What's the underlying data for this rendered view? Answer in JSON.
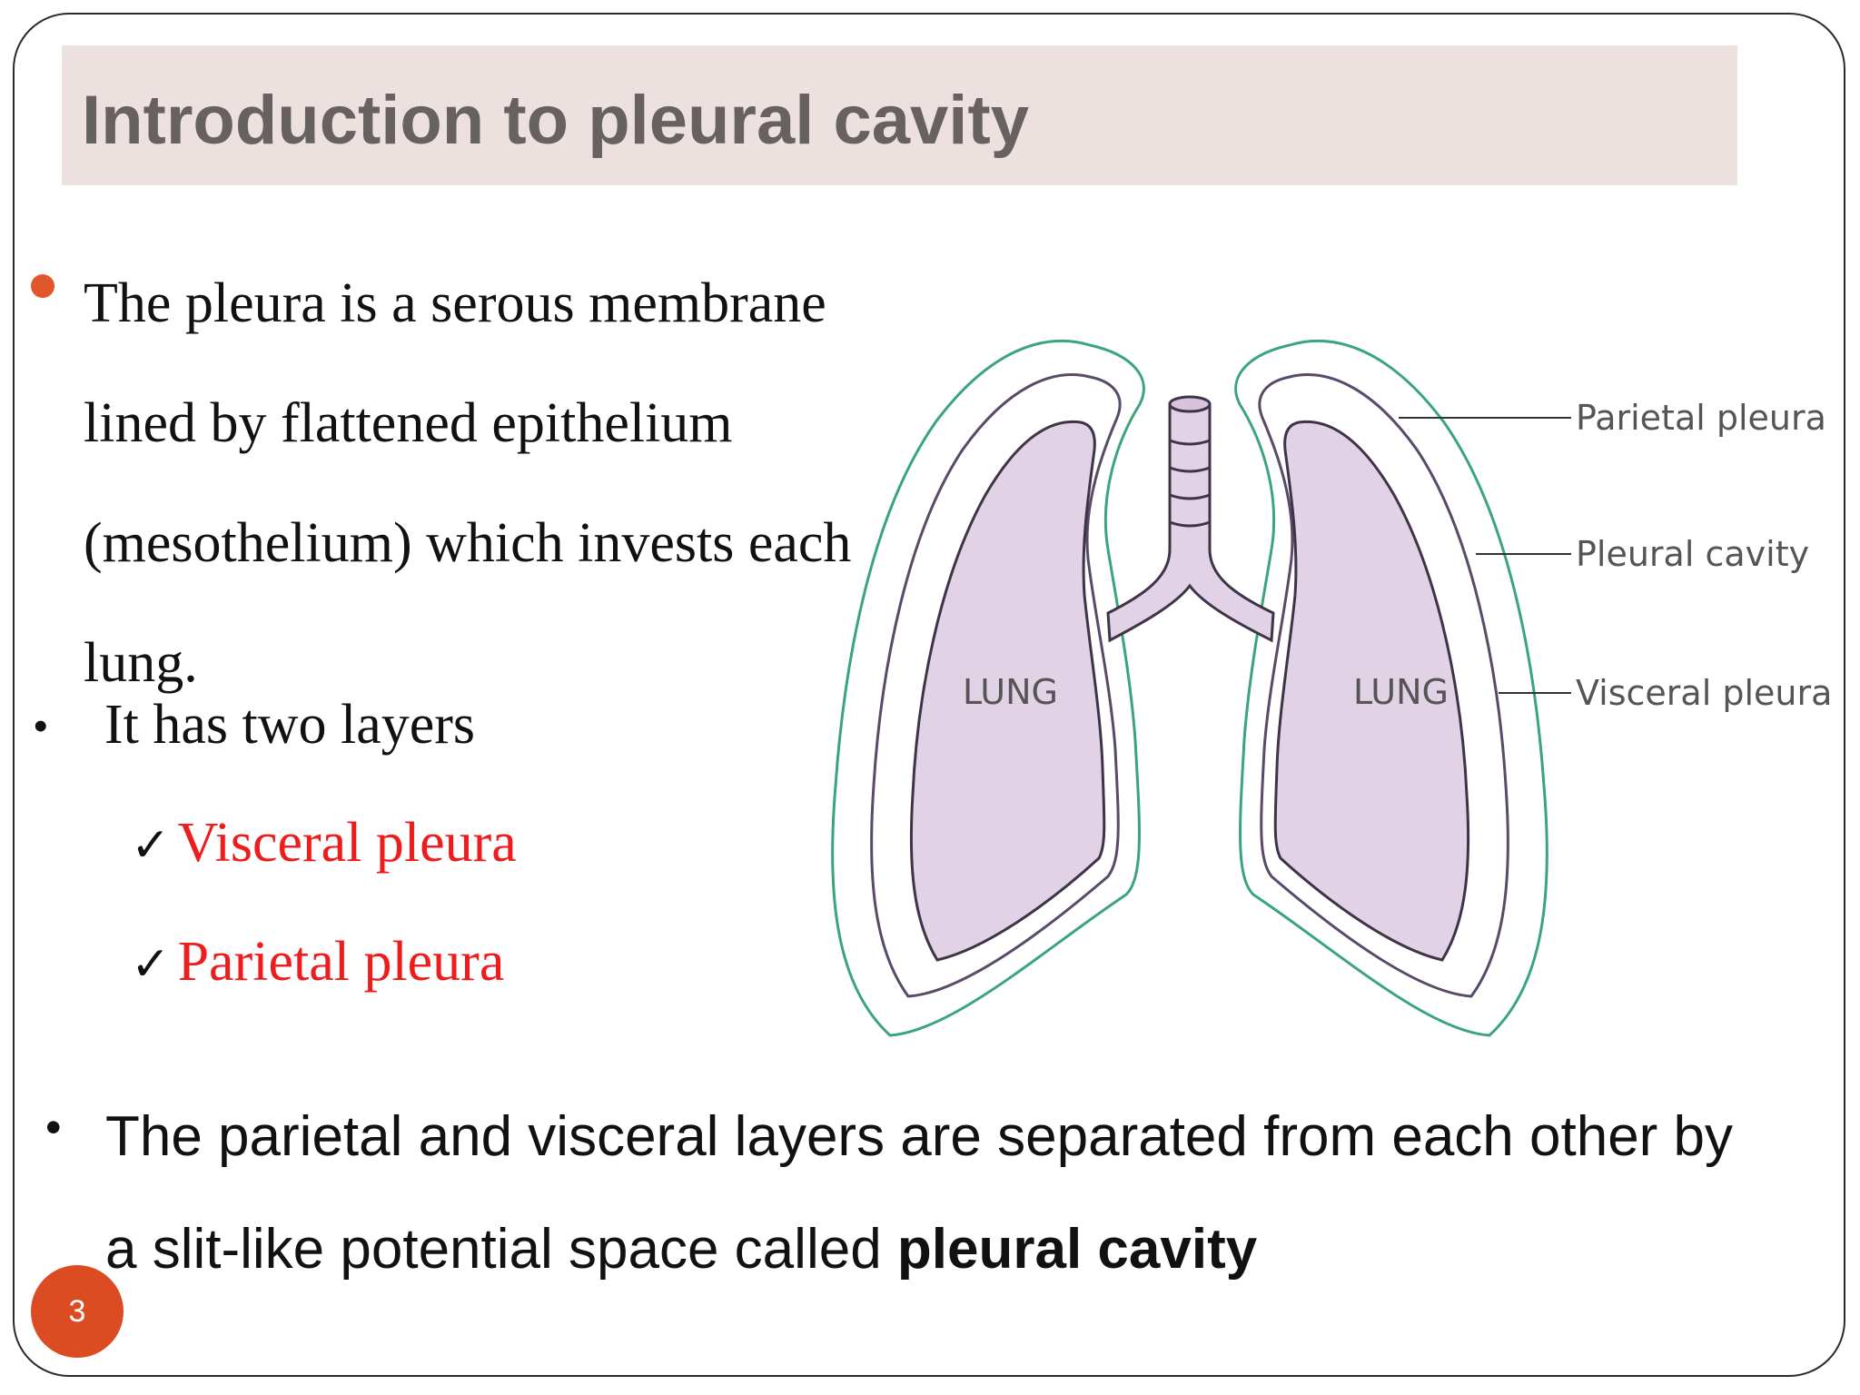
{
  "slide": {
    "title": "Introduction to pleural cavity",
    "page_number": "3"
  },
  "content": {
    "intro_lines": [
      "The pleura is a serous membrane",
      "lined by flattened epithelium",
      "(mesothelium) which invests each",
      "lung."
    ],
    "layers_bullet": "It has two layers",
    "layers": [
      "Visceral pleura",
      "Parietal pleura"
    ],
    "separation_text": "The parietal and visceral layers are separated from each other by a slit-like potential space called",
    "separation_term": "pleural cavity"
  },
  "diagram": {
    "labels": {
      "parietal": "Parietal pleura",
      "cavity": "Pleural cavity",
      "visceral": "Visceral pleura",
      "lung_left": "LUNG",
      "lung_right": "LUNG"
    },
    "colors": {
      "parietal_line": "#3aa57a",
      "visceral_line": "#5a4a6a",
      "lung_fill": "#e2d2e6"
    }
  },
  "colors": {
    "title_bar": "#ede1df",
    "title_text": "#676261",
    "accent_orange": "#e1562c",
    "checklist_red": "#ee1c1c"
  }
}
